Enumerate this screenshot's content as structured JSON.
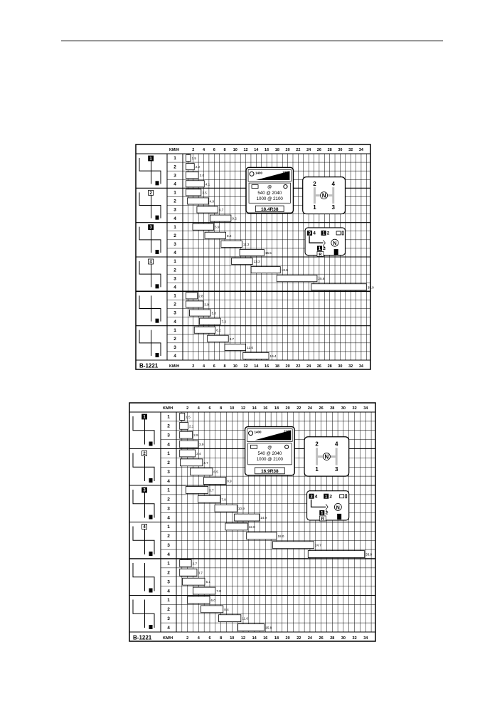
{
  "decals": [
    {
      "tire": "18.4R38",
      "bottom_code": "B-1221",
      "axis_unit": "KM/H",
      "ticks": [
        "2",
        "4",
        "6",
        "8",
        "10",
        "12",
        "14",
        "16",
        "18",
        "20",
        "22",
        "24",
        "26",
        "28",
        "30",
        "32",
        "34"
      ],
      "gears": [
        "1",
        "2",
        "3",
        "4"
      ],
      "speeds": [
        [
          "1.5",
          "2.2",
          "3.0",
          "4.1"
        ],
        [
          "3.5",
          "4.9",
          "6.7",
          "9.2"
        ],
        [
          "5.9",
          "8.2",
          "11.3",
          "15.5"
        ],
        [
          "13.3",
          "18.6",
          "25.6",
          "35.0"
        ],
        [
          "2.8",
          "3.9",
          "5.3",
          "7.2"
        ],
        [
          "6.2",
          "8.7",
          "12.0",
          "16.4"
        ]
      ],
      "speed_values": [
        [
          1.5,
          2.2,
          3.0,
          4.1
        ],
        [
          3.5,
          4.9,
          6.7,
          9.2
        ],
        [
          5.9,
          8.2,
          11.3,
          15.5
        ],
        [
          13.3,
          18.6,
          25.6,
          35.0
        ],
        [
          2.8,
          3.9,
          5.3,
          7.2
        ],
        [
          6.2,
          8.7,
          12.0,
          16.4
        ]
      ],
      "range_marks": [
        "1",
        "2",
        "3",
        "4",
        "",
        ""
      ],
      "rpm_low": "1400",
      "rpm_high": "2100",
      "pto_line1": "540 @ 2040",
      "pto_line2": "1000 @ 2100",
      "pto_at": "@",
      "shift_gears": [
        "2",
        "4",
        "N",
        "1",
        "3"
      ],
      "range_lever": [
        "3",
        "4",
        "1",
        "2",
        "N",
        "1",
        "2",
        "R"
      ]
    },
    {
      "tire": "16.9R38",
      "bottom_code": "B-1221",
      "axis_unit": "KM/H",
      "ticks": [
        "2",
        "4",
        "6",
        "8",
        "10",
        "12",
        "14",
        "16",
        "18",
        "20",
        "22",
        "24",
        "26",
        "28",
        "30",
        "32",
        "34"
      ],
      "gears": [
        "1",
        "2",
        "3",
        "4"
      ],
      "speeds": [
        [
          "1.5",
          "2.1",
          "2.9",
          "3.9"
        ],
        [
          "3.4",
          "4.7",
          "6.5",
          "8.9"
        ],
        [
          "5.7",
          "7.9",
          "10.9",
          "14.9"
        ],
        [
          "12.8",
          "18.0",
          "24.7",
          "33.8"
        ],
        [
          "2.7",
          "3.7",
          "5.1",
          "7.0"
        ],
        [
          "6.0",
          "8.4",
          "11.6",
          "15.8"
        ]
      ],
      "speed_values": [
        [
          1.5,
          2.1,
          2.9,
          3.9
        ],
        [
          3.4,
          4.7,
          6.5,
          8.9
        ],
        [
          5.7,
          7.9,
          10.9,
          14.9
        ],
        [
          12.8,
          18.0,
          24.7,
          33.8
        ],
        [
          2.7,
          3.7,
          5.1,
          7.0
        ],
        [
          6.0,
          8.4,
          11.6,
          15.8
        ]
      ],
      "range_marks": [
        "1",
        "2",
        "3",
        "4",
        "",
        ""
      ],
      "rpm_low": "1400",
      "rpm_high": "2100",
      "pto_line1": "540 @ 2040",
      "pto_line2": "1000 @ 2100",
      "pto_at": "@",
      "shift_gears": [
        "2",
        "4",
        "N",
        "1",
        "3"
      ],
      "range_lever": [
        "3",
        "4",
        "1",
        "2",
        "N",
        "1",
        "2",
        "R"
      ]
    }
  ]
}
